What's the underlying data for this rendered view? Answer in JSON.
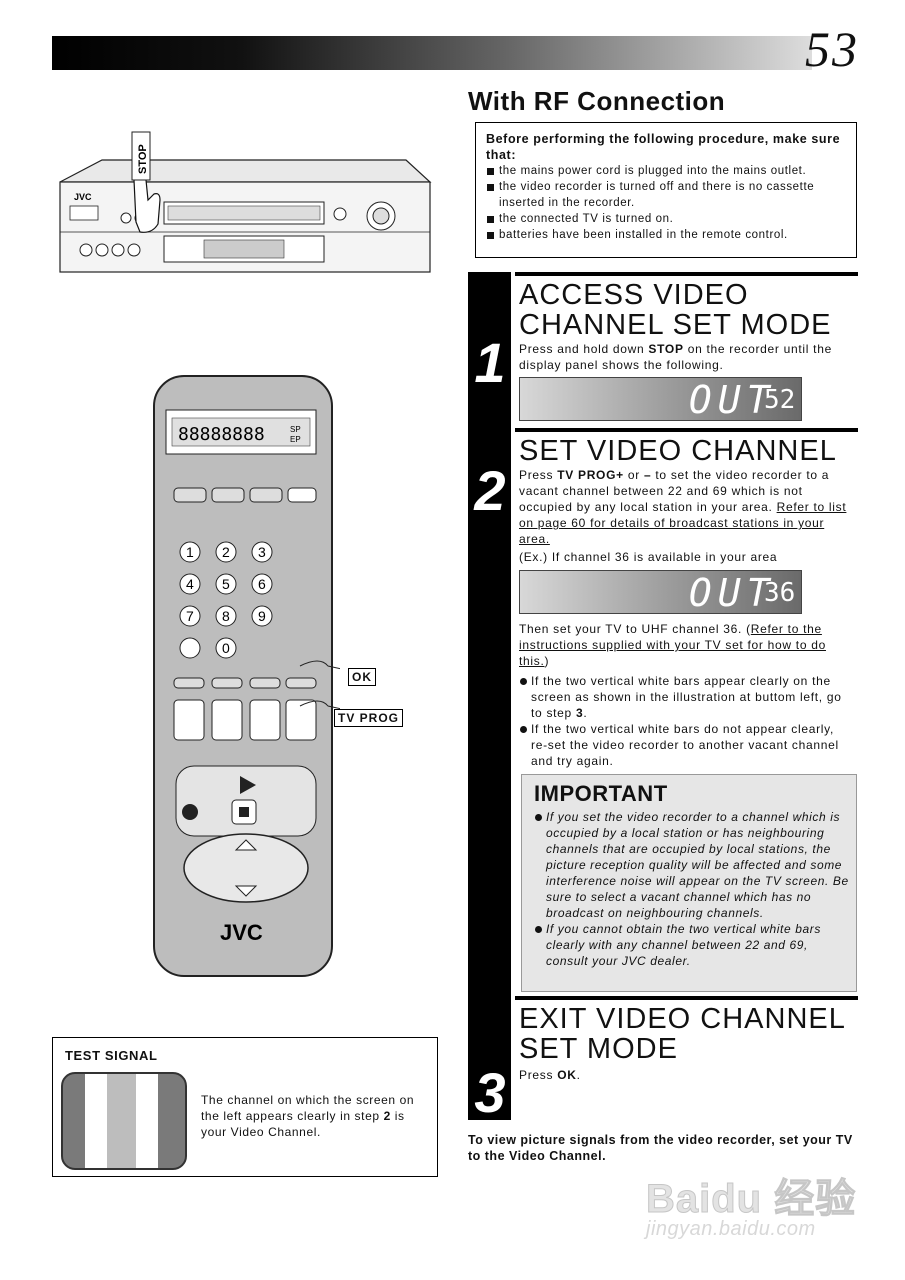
{
  "page_number": "53",
  "heading": "With RF Connection",
  "prereq": {
    "title": "Before performing the following procedure, make sure that:",
    "items": [
      "the mains power cord is plugged into the mains outlet.",
      "the video recorder is turned off and there is no cassette inserted in the recorder.",
      "the connected TV is turned on.",
      "batteries have been installed in the remote control."
    ]
  },
  "steps": [
    {
      "number": "1",
      "title": "ACCESS VIDEO CHANNEL SET MODE",
      "text_pre": "Press and hold down ",
      "text_bold": "STOP",
      "text_post": " on the recorder until the display panel shows the following.",
      "display": {
        "main": "_OUT",
        "channel": "52"
      }
    },
    {
      "number": "2",
      "title": "SET VIDEO CHANNEL",
      "text_a": "Press ",
      "text_b": "TV PROG+",
      "text_c": " or ",
      "text_d": "–",
      "text_e": " to set the video recorder to a vacant channel between 22 and 69 which is not occupied by any local station in your area. ",
      "text_link": "Refer to list on page 60 for details of broadcast stations in your area.",
      "example": "(Ex.) If channel 36 is available in your area",
      "display": {
        "main": "_OUT",
        "channel": "36"
      },
      "then_pre": "Then set your TV to UHF channel 36. (",
      "then_link": "Refer to the instructions supplied with your TV set for how to do this.",
      "then_post": ")",
      "bullet1_pre": "If the two vertical white bars appear clearly on the screen as shown in the illustration at buttom left, go to step ",
      "bullet1_bold": "3",
      "bullet1_post": ".",
      "bullet2": "If the two vertical white bars do not appear clearly, re-set the video recorder to another vacant channel and try again."
    },
    {
      "number": "3",
      "title": "EXIT VIDEO CHANNEL SET MODE",
      "text_pre": "Press ",
      "text_bold": "OK",
      "text_post": "."
    }
  ],
  "important": {
    "title": "IMPORTANT",
    "items": [
      "If you set the video recorder to a channel which is occupied by a local station or has neighbouring channels that are occupied by local stations, the picture reception quality will be affected and some interference noise will appear on the TV screen. Be sure to select a vacant channel which has no broadcast on neighbouring channels.",
      "If you cannot obtain the two vertical white bars clearly with any channel between 22 and 69, consult your JVC dealer."
    ]
  },
  "footer_note": "To view picture signals from the video recorder, set your TV to the Video Channel.",
  "test_signal": {
    "title": "TEST SIGNAL",
    "text_pre": "The channel on which the screen on the left appears clearly in step ",
    "text_bold": "2",
    "text_post": " is your Video Channel."
  },
  "illustration": {
    "vcr_stop_label": "STOP",
    "vcr_brand": "JVC",
    "remote_brand": "JVC",
    "remote_display": "88888888",
    "remote_sp": "SP",
    "remote_ep": "EP",
    "callout_ok": "OK",
    "callout_tvprog": "TV PROG",
    "keypad": [
      "1",
      "2",
      "3",
      "4",
      "5",
      "6",
      "7",
      "8",
      "9",
      "0"
    ]
  },
  "watermark": {
    "main": "Baidu 经验",
    "sub": "jingyan.baidu.com"
  }
}
